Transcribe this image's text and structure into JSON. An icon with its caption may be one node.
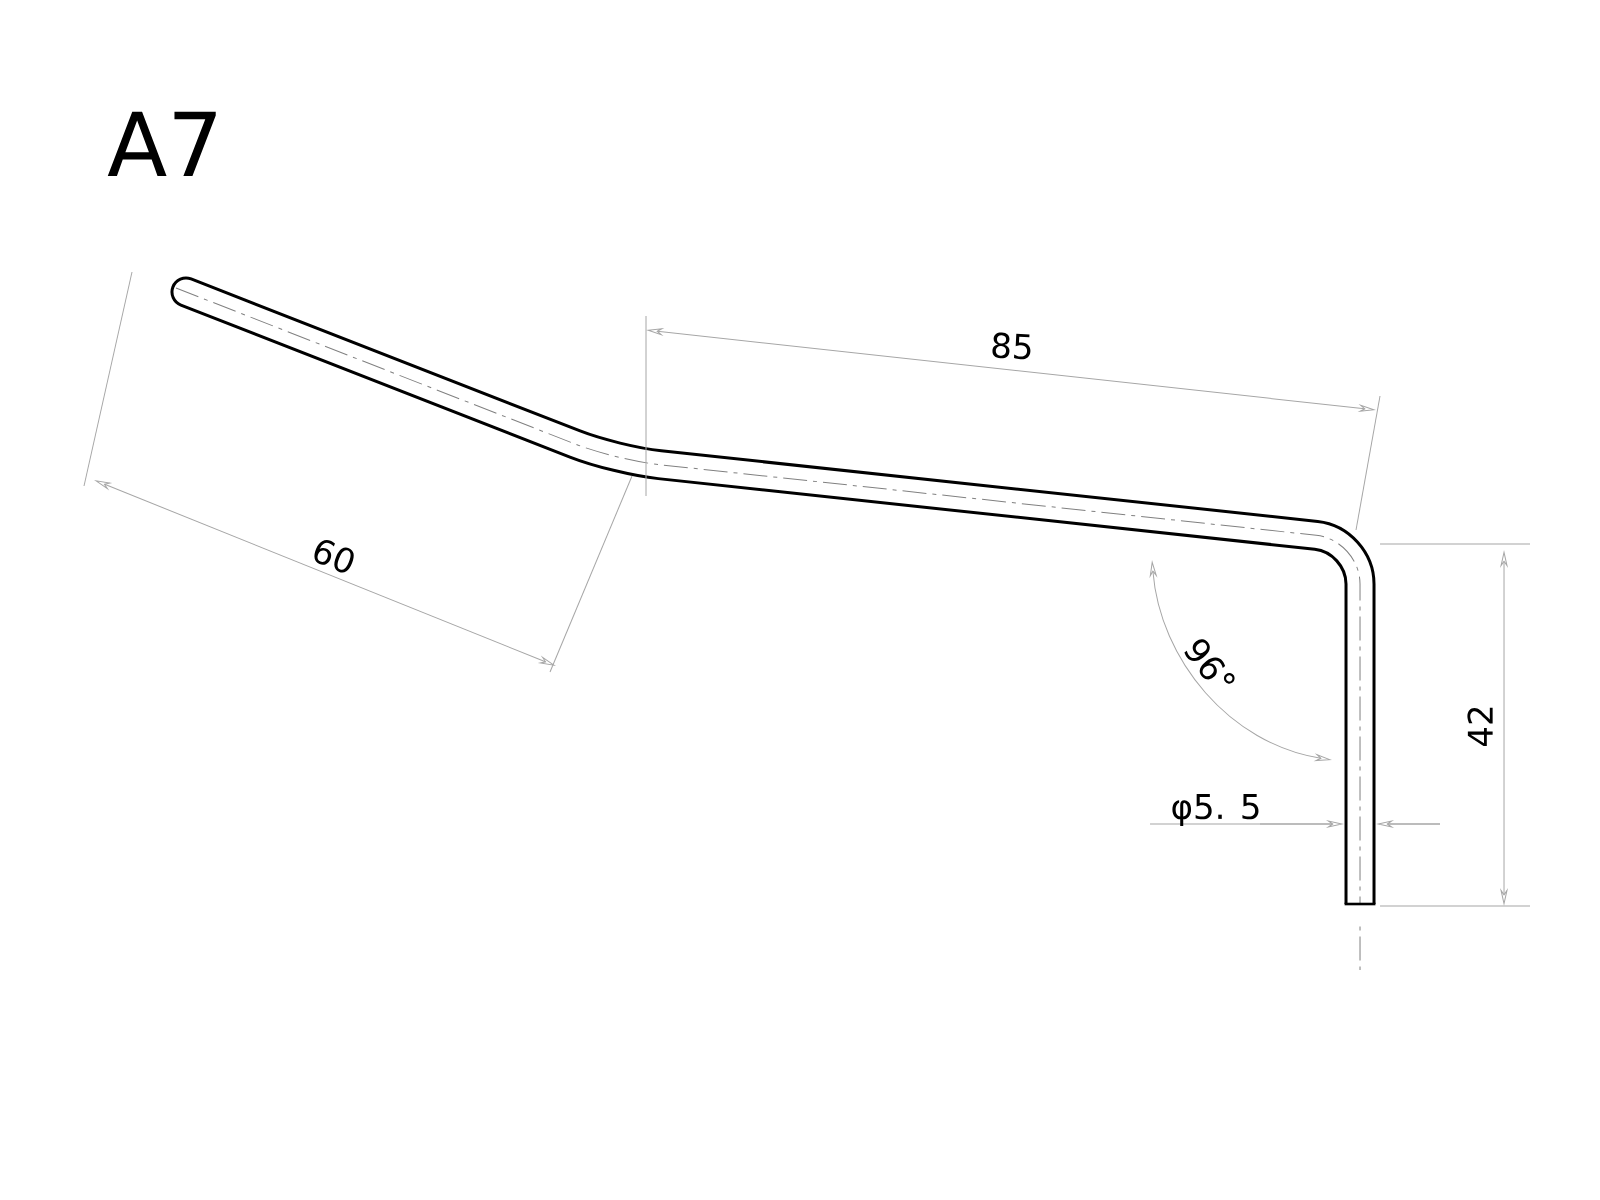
{
  "diagram": {
    "title": "A7",
    "labels": [
      "85",
      "60",
      "96°",
      "φ5. 5",
      "42"
    ]
  }
}
